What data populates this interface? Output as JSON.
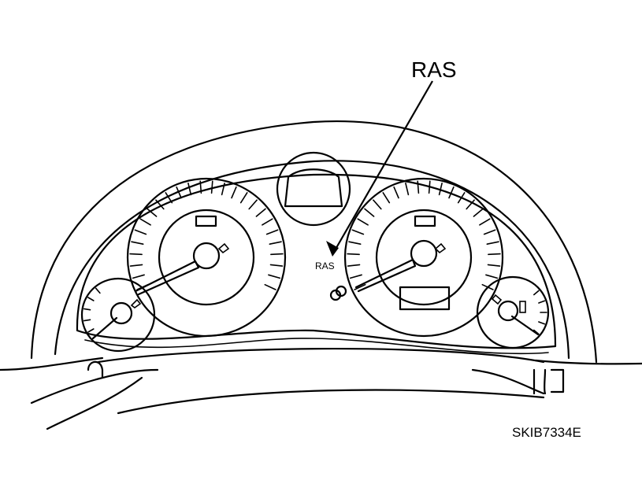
{
  "callout": {
    "label": "RAS"
  },
  "panel": {
    "label": "RAS"
  },
  "figure_id": "SKIB7334E"
}
